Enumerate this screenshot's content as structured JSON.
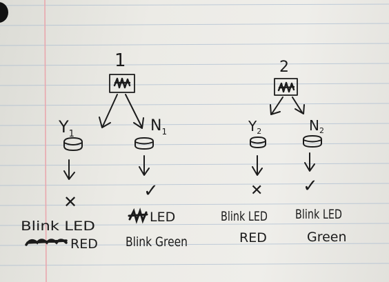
{
  "colors": {
    "ink": "#1b1b1b",
    "paper": "#ecebe6",
    "rule_line": "#a9bbd0",
    "margin_line": "#e9a7ad"
  },
  "trees": [
    {
      "number": "1",
      "left_label": "Y",
      "left_sub": "1",
      "right_label": "N",
      "right_sub": "1",
      "left_result": "✕",
      "right_result": "✓",
      "left_action_line1": "Blink LED",
      "left_action_line2": "RED",
      "right_action_line1": "LED",
      "right_action_line2": "Blink Green"
    },
    {
      "number": "2",
      "left_label": "Y",
      "left_sub": "2",
      "right_label": "N",
      "right_sub": "2",
      "left_result": "✕",
      "right_result": "✓",
      "left_action_line1": "Blink LED",
      "left_action_line2": "RED",
      "right_action_line1": "Blink LED",
      "right_action_line2": "Green"
    }
  ]
}
